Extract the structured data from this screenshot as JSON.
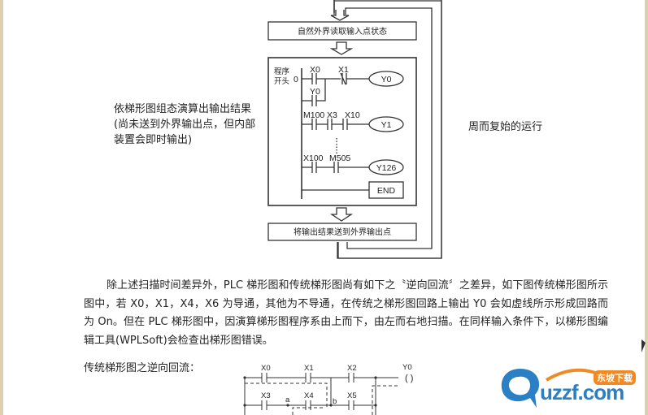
{
  "flow": {
    "read_inputs": "自然外界读取输入点状态",
    "write_outputs": "将输出结果送到外界输出点",
    "program_start": [
      "程序",
      "开头"
    ],
    "rung0": "0",
    "contacts": [
      "X0",
      "X1",
      "Y0",
      "M100",
      "X3",
      "X10",
      "X100",
      "M505"
    ],
    "coils": [
      "Y0",
      "Y1",
      "Y126"
    ],
    "end": "END",
    "left_note": [
      "依梯形图组态演算出输出结果",
      "(尚未送到外界输出点，但内部",
      "装置会即时输出)"
    ],
    "right_note": "周而复始的运行"
  },
  "paragraph": "除上述扫描时间差异外，PLC 梯形图和传统梯形图尚有如下之〝逆向回流〞之差异，如下图传统梯形图所示图中，若 X0，X1，X4，X6 为导通，其他为不导通，在传统之梯形图回路上输出 Y0 会如虚线所示形成回路而为 On。但在 PLC 梯形图中，因演算梯形图程序系由上而下，由左而右地扫描。在同样输入条件下，以梯形图编辑工具(WPLSoft)会检查出梯形图错误。",
  "section_heading": "传统梯形图之逆向回流：",
  "ladder2": {
    "labels": [
      "X0",
      "X1",
      "X2",
      "Y0",
      "X3",
      "a",
      "X4",
      "b",
      "X5"
    ]
  },
  "watermark": {
    "brand": "uzzf.com",
    "tag": "东坡下载"
  }
}
